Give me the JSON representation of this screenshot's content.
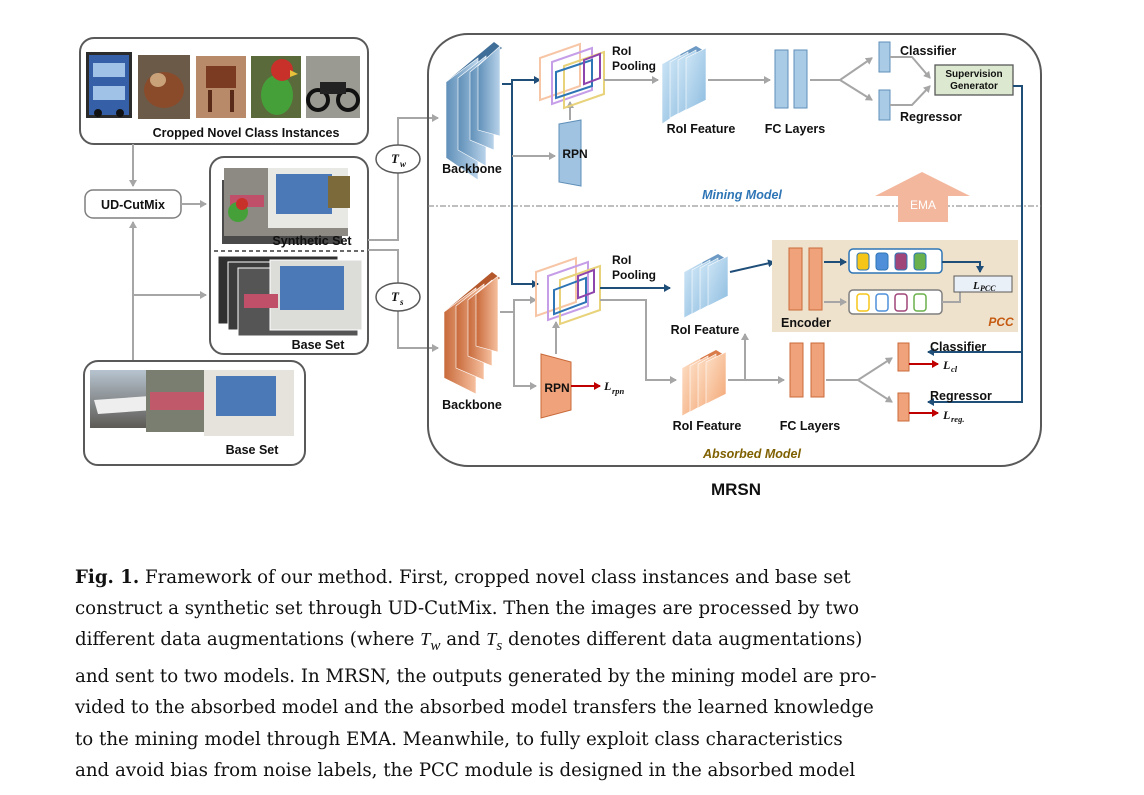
{
  "figure": {
    "labels": {
      "cropped_novel": "Cropped Novel Class Instances",
      "ud_cutmix": "UD-CutMix",
      "synthetic_set": "Synthetic Set",
      "base_set_stack": "Base Set",
      "base_set": "Base Set",
      "tw_base": "T",
      "tw_sub": "w",
      "ts_base": "T",
      "ts_sub": "s",
      "backbone_top": "Backbone",
      "backbone_bottom": "Backbone",
      "roi_top_1": "RoI",
      "roi_top_2": "Pooling",
      "roi_bot_1": "RoI",
      "roi_bot_2": "Pooling",
      "rpn_top": "RPN",
      "rpn_bottom": "RPN",
      "l_rpn_base": "L",
      "l_rpn_sub": "rpn",
      "roi_feature_top": "RoI Feature",
      "fc_layers_top": "FC Layers",
      "classifier_top": "Classifier",
      "regressor_top": "Regressor",
      "supervision_1": "Supervision",
      "supervision_2": "Generator",
      "mining_model": "Mining Model",
      "ema": "EMA",
      "roi_feature_bot1": "RoI Feature",
      "encoder": "Encoder",
      "l_pcc_base": "L",
      "l_pcc_sub": "PCC",
      "pcc": "PCC",
      "roi_feature_bot2": "RoI Feature",
      "fc_layers_bot": "FC Layers",
      "classifier_bot": "Classifier",
      "l_cl_base": "L",
      "l_cl_sub": "cl",
      "regressor_bot": "Regressor",
      "l_reg_base": "L",
      "l_reg_sub": "reg.",
      "absorbed_model": "Absorbed Model",
      "mrsn": "MRSN"
    },
    "colors": {
      "mining_blue": "#7fa7c9",
      "absorbed_orange": "#e8956a",
      "pcc_bg": "#efe2cc",
      "ema_arrow": "#f2b79c",
      "dark_blue_arrow": "#1f4e79",
      "red_arrow": "#c00000",
      "gray_arrow": "#a6a6a6"
    }
  },
  "caption": {
    "fig_label": "Fig. 1.",
    "line1_text": " Framework of our method. First, cropped novel class instances and base set",
    "line2": "construct a synthetic set through UD-CutMix. Then the images are processed by two",
    "line3_a": "different data augmentations (where ",
    "line3_tw": "T",
    "line3_tw_sub": "w",
    "line3_and": " and ",
    "line3_ts": "T",
    "line3_ts_sub": "s",
    "line3_b": " denotes different data augmentations)",
    "line4": "and sent to two models. In MRSN, the outputs generated by the mining model are pro-",
    "line5": "vided to the absorbed model and the absorbed model transfers the learned knowledge",
    "line6": "to the mining model through EMA. Meanwhile, to fully exploit class characteristics",
    "line7": "and avoid bias from noise labels, the PCC module is designed in the absorbed model"
  }
}
